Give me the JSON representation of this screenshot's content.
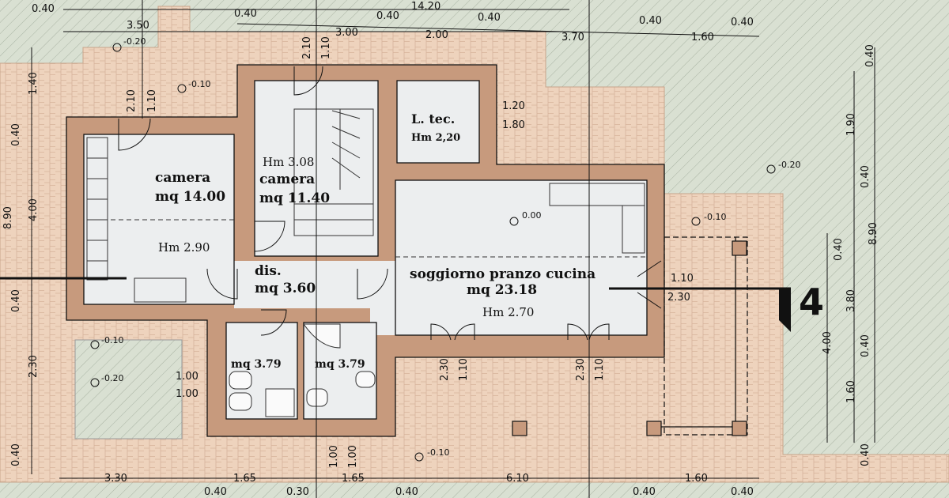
{
  "colors": {
    "background": "#d9e0d2",
    "paving": "#eed3bd",
    "wall": "#c79a7d",
    "floor": "#eceeef",
    "line": "#111111"
  },
  "rooms": {
    "camera1": {
      "name": "camera",
      "area": "mq  14.00",
      "height": "Hm 2.90"
    },
    "camera2": {
      "name": "camera",
      "area": "mq  11.40",
      "height": "Hm 3.08"
    },
    "ltec": {
      "name": "L. tec.",
      "height": "Hm 2,20"
    },
    "dis": {
      "name": "dis.",
      "area": "mq  3.60"
    },
    "bagno1": {
      "area": "mq  3.79"
    },
    "bagno2": {
      "area": "mq  3.79"
    },
    "soggiorno": {
      "name": "soggiorno pranzo cucina",
      "area": "mq  23.18",
      "height": "Hm 2.70"
    }
  },
  "levels": {
    "l1": "-0.20",
    "l2": "-0.10",
    "l3": "0.00",
    "l4": "-0.10",
    "l5": "-0.20",
    "l6": "-0.10",
    "l7": "-0.20",
    "l8": "-0.10"
  },
  "section_mark": "4",
  "dims": {
    "top_overall": "14.20",
    "top_a": "0.40",
    "top_b": "3.50",
    "top_c": "0.40",
    "top_d": "3.00",
    "top_e": "0.40",
    "top_f": "2.00",
    "top_g": "0.40",
    "top_h": "3.70",
    "top_i": "0.40",
    "top_j": "1.60",
    "top_k": "0.40",
    "bot_a": "3.30",
    "bot_b": "1.65",
    "bot_c": "1.65",
    "bot_d": "6.10",
    "bot_e": "1.60",
    "bot_f": "0.40",
    "bot_g": "0.30",
    "bot_h": "0.40",
    "bot_i": "0.40",
    "bot_j": "0.40",
    "left_a": "1.40",
    "left_b": "0.40",
    "left_c": "4.00",
    "left_d": "8.90",
    "left_e": "0.40",
    "left_f": "2.30",
    "left_g": "0.40",
    "right_a": "0.40",
    "right_b": "1.90",
    "right_c": "0.40",
    "right_d": "8.90",
    "right_e": "0.40",
    "right_f": "3.80",
    "right_g": "4.00",
    "right_h": "0.40",
    "right_i": "1.60",
    "right_j": "0.40",
    "door_a1": "2.10",
    "door_a2": "1.10",
    "door_b1": "2.10",
    "door_b2": "1.10",
    "ltec_w1": "1.20",
    "ltec_w2": "1.80",
    "win_a1": "2.30",
    "win_a2": "1.10",
    "win_b1": "2.30",
    "win_b2": "1.10",
    "win_c1": "1.10",
    "win_c2": "2.30",
    "win_d1": "1.00",
    "win_d2": "1.00",
    "win_e1": "1.00",
    "win_e2": "1.00"
  }
}
